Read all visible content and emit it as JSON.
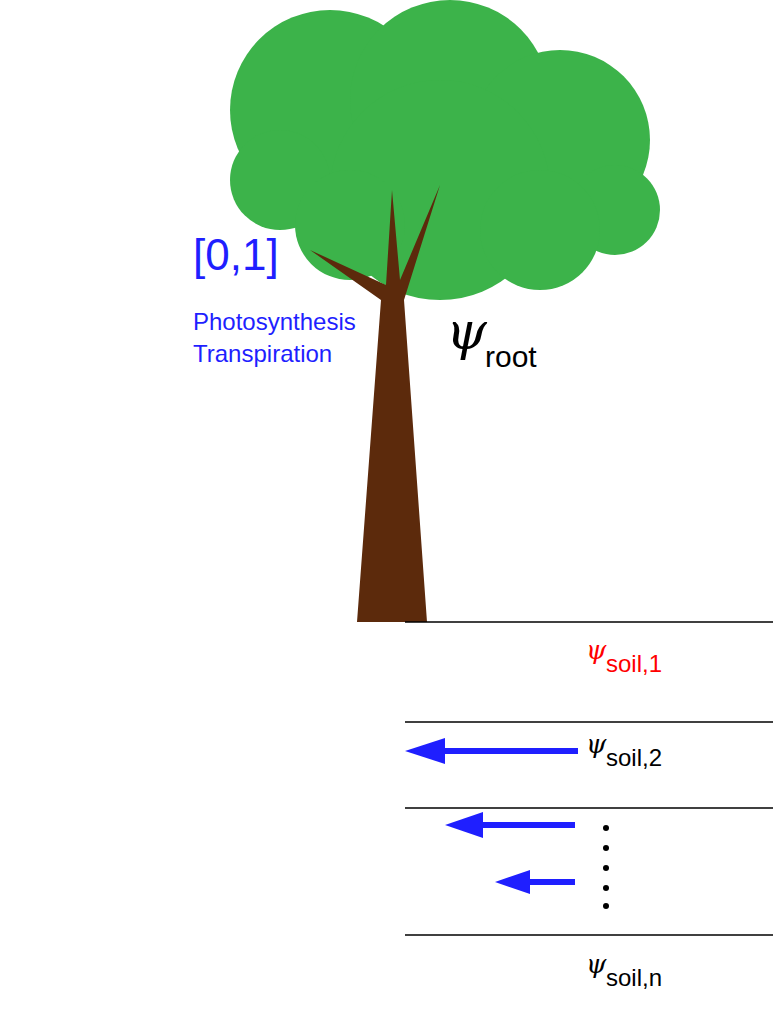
{
  "diagram": {
    "labels": [
      "[0,1]",
      "Photosynthesis",
      "Transpiration",
      "ψ",
      "root",
      "ψ",
      "soil,1",
      "ψ",
      "soil,2",
      "ψ",
      "soil,n"
    ]
  }
}
